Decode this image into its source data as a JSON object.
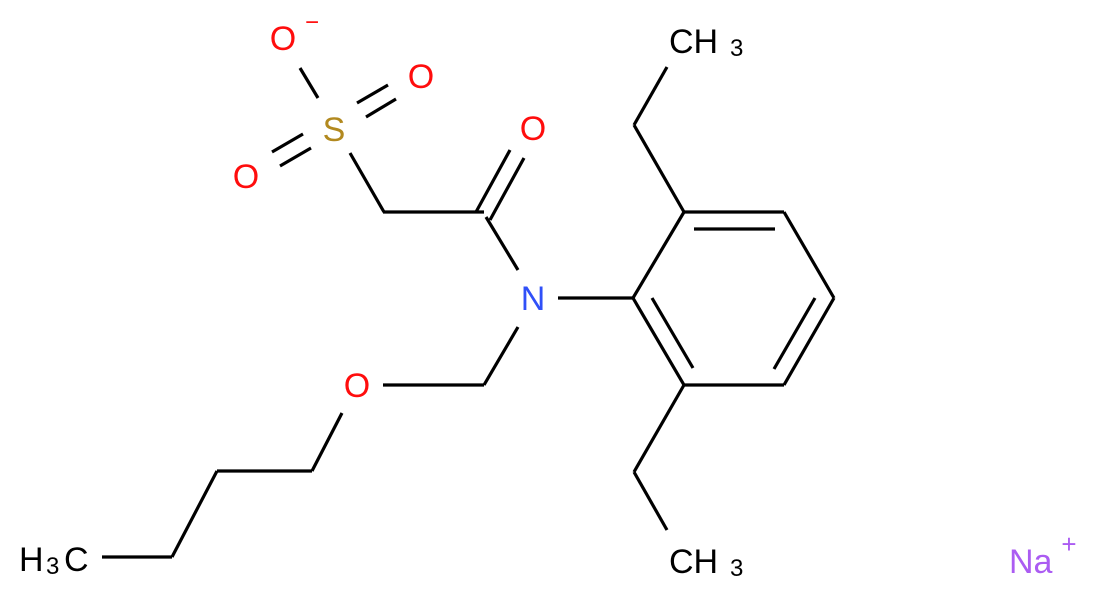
{
  "diagram": {
    "type": "chemical-structure",
    "compound": "sodium 2-[N-(butoxymethyl)-2,6-diethylanilino]-2-oxoethanesulfonate",
    "colors": {
      "bond": "#000000",
      "oxygen": "#ff0d0d",
      "nitrogen": "#3050f8",
      "sulfur": "#b2891f",
      "carbon": "#000000",
      "sodium": "#ab5cf2",
      "background": "#ffffff"
    },
    "atom_labels": {
      "o_minus": "O",
      "o_minus_charge": "−",
      "o_sulfonyl_right": "O",
      "o_sulfonyl_left": "O",
      "sulfur": "S",
      "o_carbonyl": "O",
      "nitrogen": "N",
      "o_ether": "O",
      "ch3_top_c": "CH",
      "ch3_top_sub": "3",
      "ch3_bottom_c": "CH",
      "ch3_bottom_sub": "3",
      "h3c_h": "H",
      "h3c_sub": "3",
      "h3c_c": "C",
      "sodium": "Na",
      "sodium_charge": "+"
    }
  }
}
